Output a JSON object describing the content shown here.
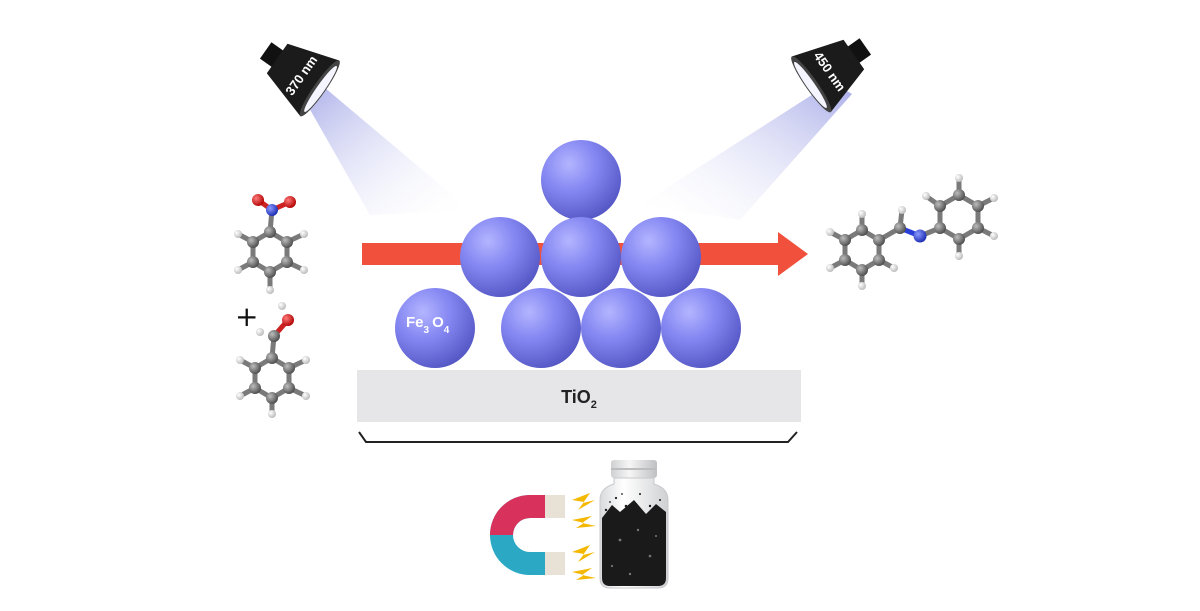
{
  "lamps": [
    {
      "label": "370 nm"
    },
    {
      "label": "450 nm"
    }
  ],
  "reactants": {
    "plus_sign": "+"
  },
  "catalyst": {
    "particle_label_main": "Fe",
    "particle_label_sub1": "3",
    "particle_label_main2": "O",
    "particle_label_sub2": "4",
    "support_label_main": "TiO",
    "support_label_sub": "2"
  },
  "colors": {
    "sphere": "#7b7df0",
    "arrow": "#f0503c",
    "support": "#e6e6e8",
    "carbon": "#6a6a6a",
    "oxygen": "#d42020",
    "nitrogen": "#2a3fd8",
    "hydrogen": "#e8e8e8",
    "magnet_red": "#d8315b",
    "magnet_blue": "#2aa8c4",
    "spark": "#f5b800"
  },
  "icons": [
    "lamp-icon",
    "benzene-molecule-icon",
    "magnet-icon",
    "powder-bottle-icon",
    "spark-icon"
  ]
}
